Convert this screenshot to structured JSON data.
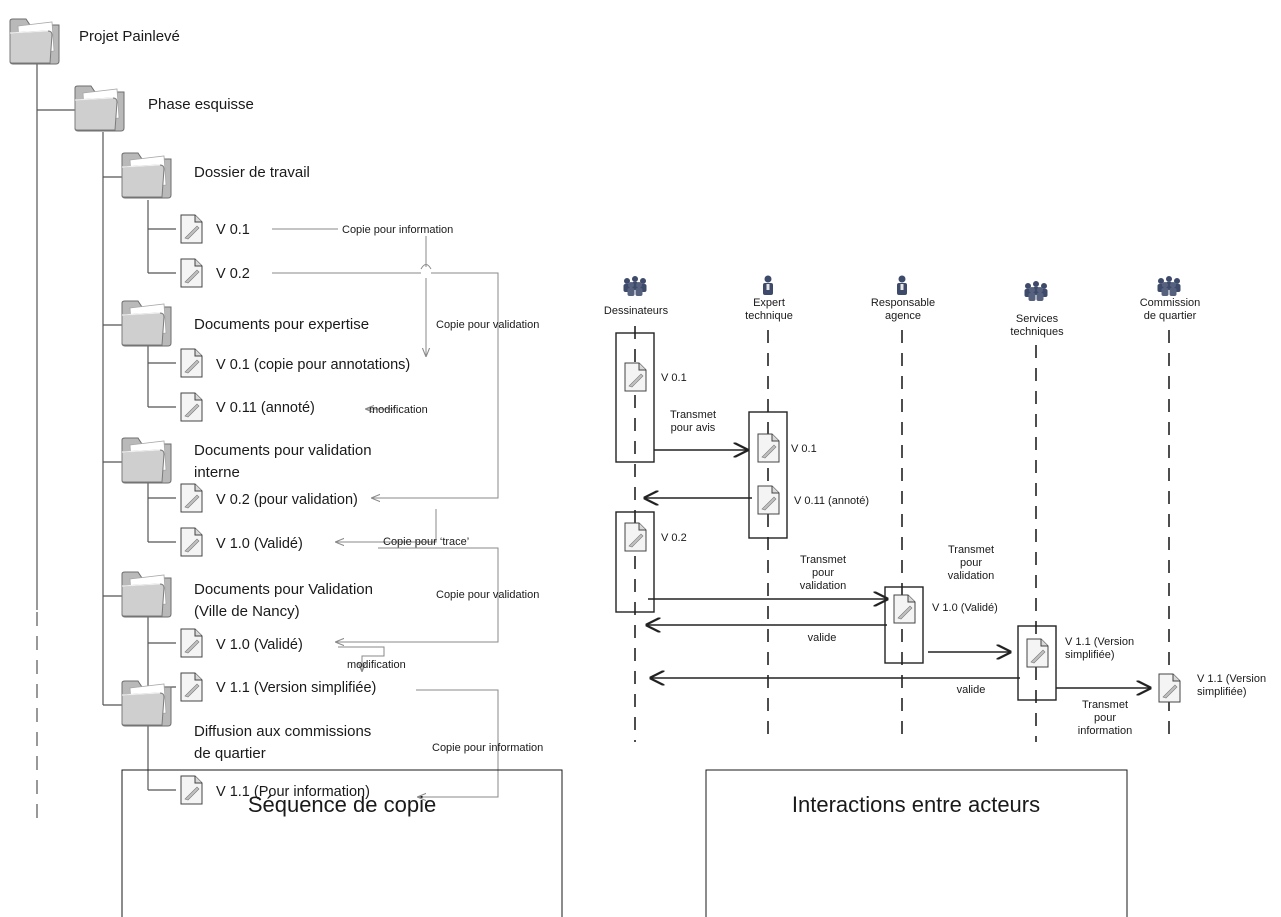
{
  "tree": {
    "root": "Projet Painlevé",
    "phase": "Phase esquisse",
    "folders": {
      "travail": "Dossier de travail",
      "expertise": "Documents pour expertise",
      "interne_1": "Documents pour validation",
      "interne_2": "interne",
      "nancy_1": "Documents pour Validation",
      "nancy_2": "(Ville de Nancy)",
      "diffusion_1": "Diffusion aux commissions",
      "diffusion_2": "de quartier"
    },
    "files": {
      "f1": "V 0.1",
      "f2": "V 0.2",
      "f3": "V 0.1 (copie pour annotations)",
      "f4": "V 0.11 (annoté)",
      "f5": "V 0.2 (pour validation)",
      "f6": "V 1.0 (Validé)",
      "f7": "V 1.0 (Validé)",
      "f8": "V 1.1 (Version simplifiée)",
      "f9": "V 1.1 (Pour information)"
    },
    "labels": {
      "copie_info_1": "Copie pour information",
      "copie_validation_1": "Copie pour validation",
      "modification_1": "modification",
      "copie_trace": "Copie pour ‘trace’",
      "copie_validation_2": "Copie pour validation",
      "modification_2": "modification",
      "copie_info_2": "Copie pour information"
    }
  },
  "sequence": {
    "actors": {
      "a1": [
        "Dessinateurs"
      ],
      "a2": [
        "Expert",
        "technique"
      ],
      "a3": [
        "Responsable",
        "agence"
      ],
      "a4": [
        "Services",
        "techniques"
      ],
      "a5": [
        "Commission",
        "de quartier"
      ]
    },
    "docs": {
      "d1": [
        "V 0.1"
      ],
      "d2": [
        "V 0.1"
      ],
      "d3": [
        "V 0.11 (annoté)"
      ],
      "d4": [
        "V 0.2"
      ],
      "d5": [
        "V 1.0 (Validé)"
      ],
      "d6": [
        "V 1.1 (Version",
        "simplifiée)"
      ],
      "d7": [
        "V 1.1 (Version",
        "simplifiée)"
      ]
    },
    "messages": {
      "m1": [
        "Transmet",
        "pour avis"
      ],
      "m2": [
        "Transmet",
        "pour",
        "validation"
      ],
      "m3": [
        "Transmet",
        "pour",
        "validation"
      ],
      "m4": [
        "valide"
      ],
      "m5": [
        "valide"
      ],
      "m6": [
        "Transmet",
        "pour",
        "information"
      ]
    }
  },
  "captions": {
    "left": "Séquence de copie",
    "right": "Interactions entre acteurs"
  }
}
